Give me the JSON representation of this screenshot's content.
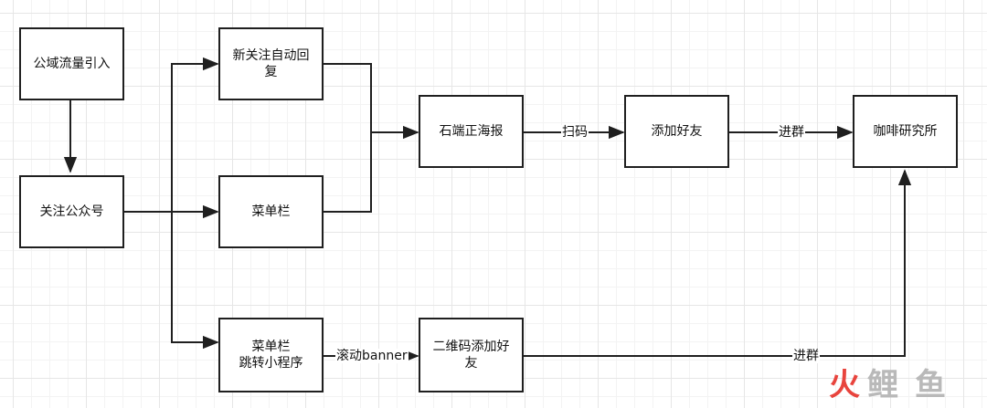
{
  "nodes": {
    "traffic": "公域流量引入",
    "follow": "关注公众号",
    "auto_reply": "新关注自动回\n复",
    "menu": "菜单栏",
    "menu_mini": "菜单栏\n跳转小程序",
    "poster": "石端正海报",
    "add_friend": "添加好友",
    "qr_add": "二维码添加好\n友",
    "cafe": "咖啡研究所"
  },
  "edge_labels": {
    "scan": "扫码",
    "join_group_1": "进群",
    "scroll_banner": "滚动banner",
    "join_group_2": "进群"
  },
  "watermark": "火鲤鱼",
  "colors": {
    "line": "#1f1f1f",
    "watermark_red": "#e8443d",
    "watermark_gray": "#b9b9b9"
  }
}
